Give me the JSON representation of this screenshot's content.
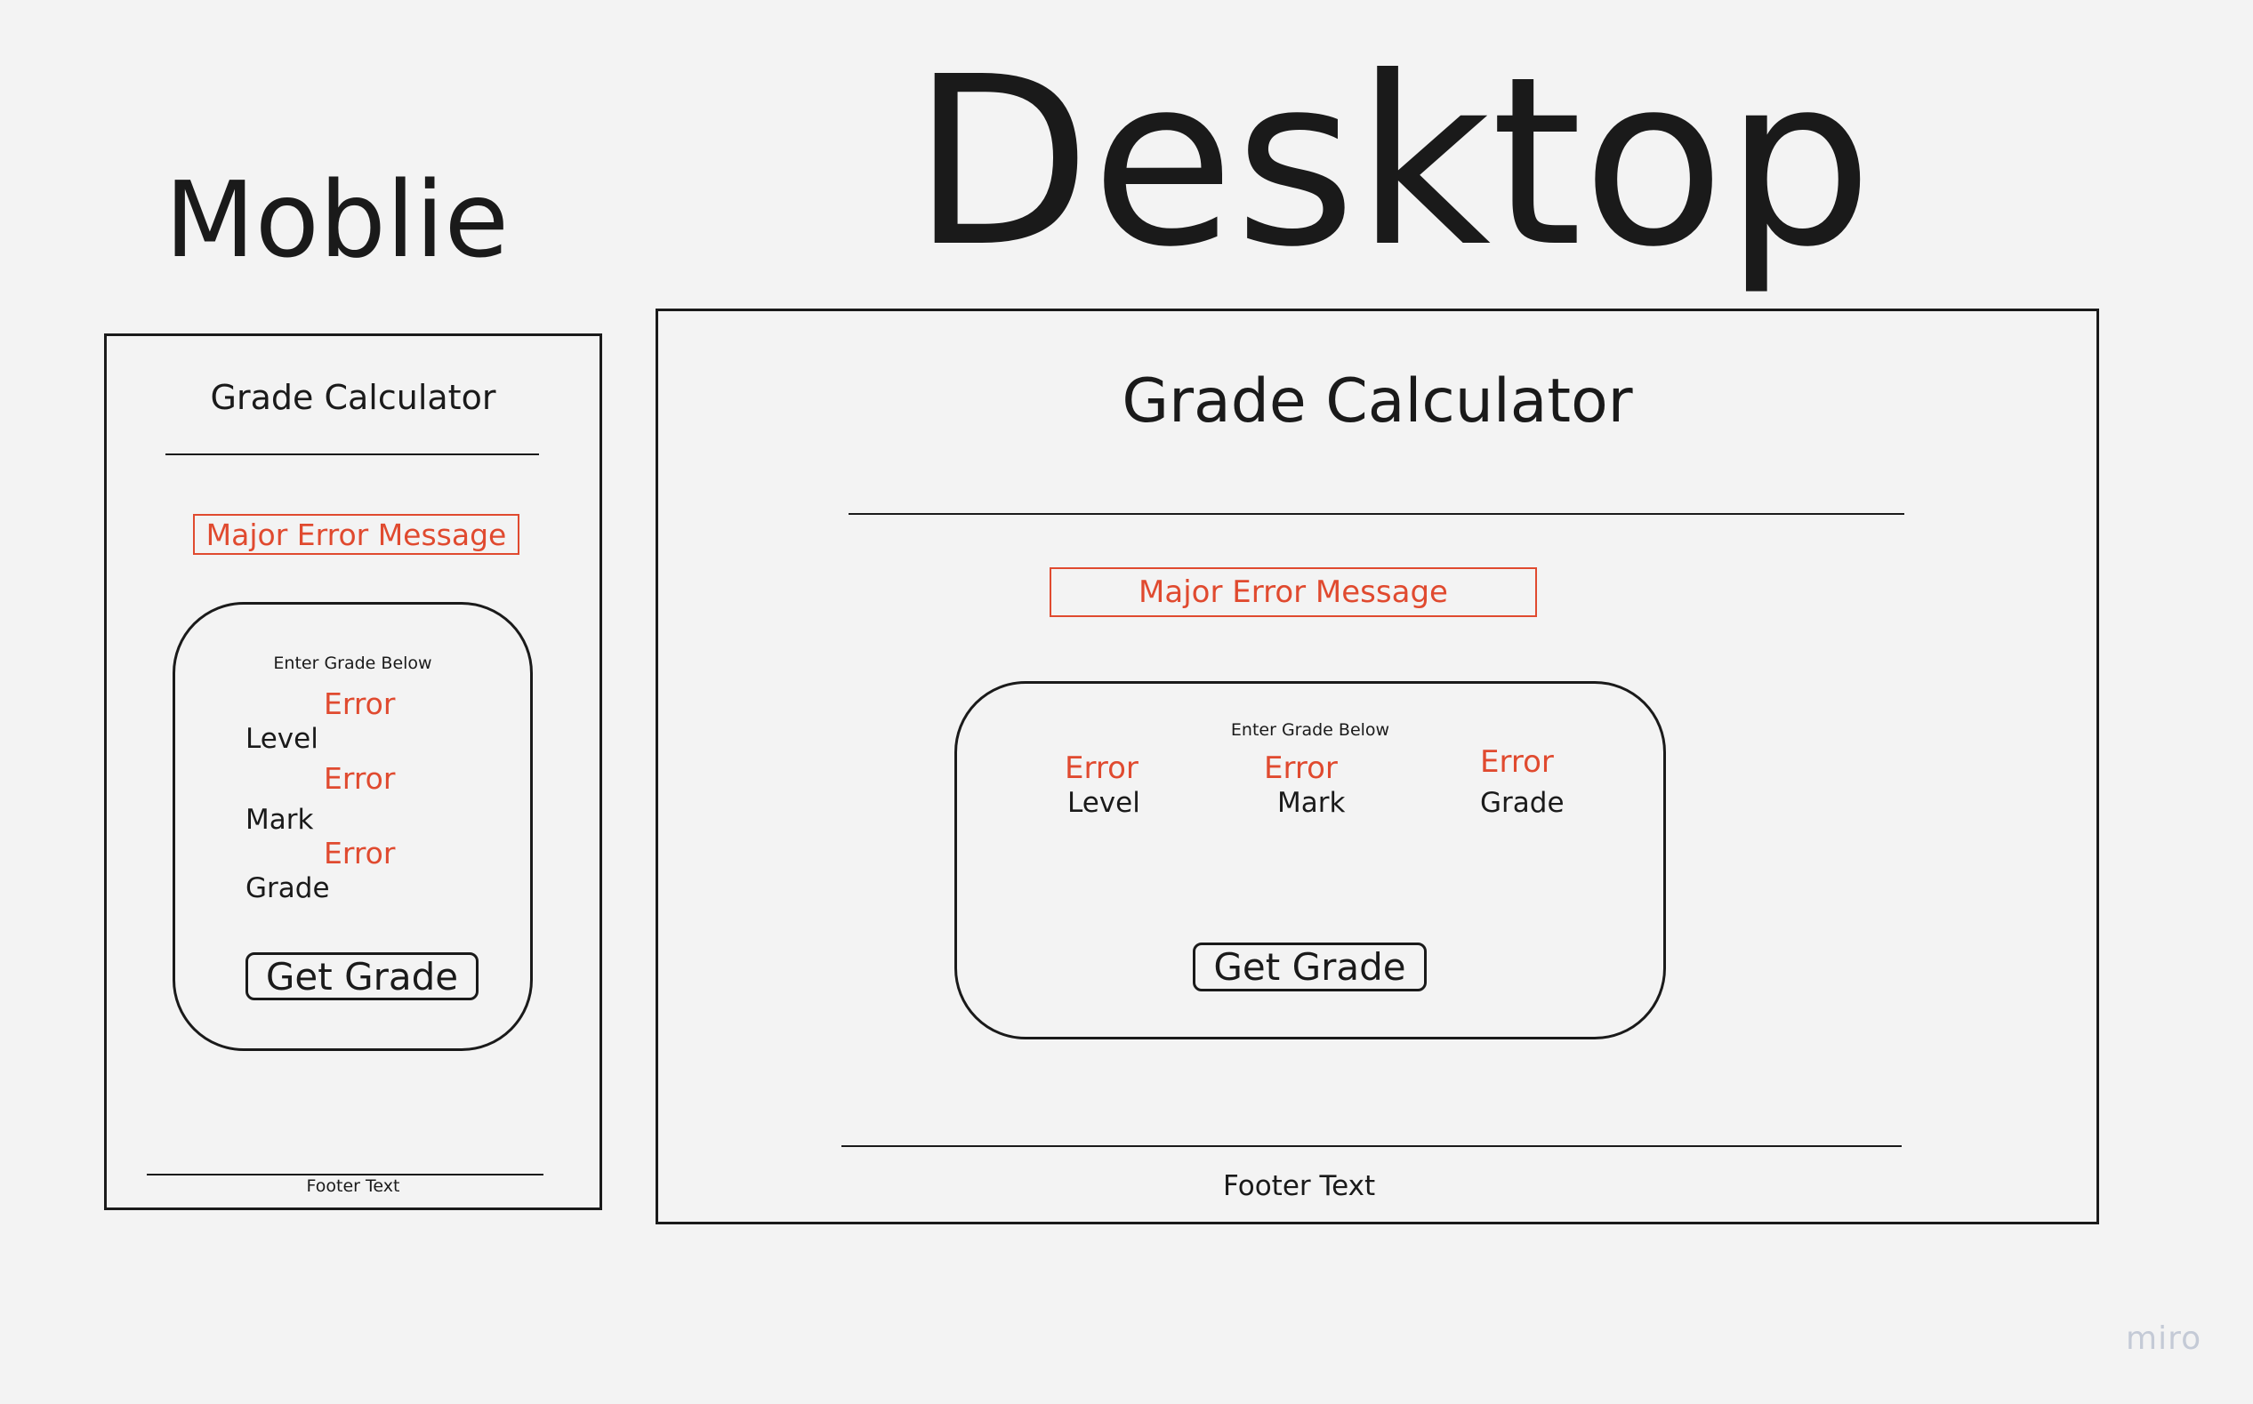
{
  "headings": {
    "mobile": "Moblie",
    "desktop": "Desktop"
  },
  "mobile": {
    "title": "Grade Calculator",
    "major_error": "Major Error Message",
    "card_caption": "Enter Grade Below",
    "fields": [
      {
        "error": "Error",
        "label": "Level"
      },
      {
        "error": "Error",
        "label": "Mark"
      },
      {
        "error": "Error",
        "label": "Grade"
      }
    ],
    "button": "Get Grade",
    "footer": "Footer Text"
  },
  "desktop": {
    "title": "Grade Calculator",
    "major_error": "Major Error Message",
    "card_caption": "Enter Grade Below",
    "fields": [
      {
        "error": "Error",
        "label": "Level"
      },
      {
        "error": "Error",
        "label": "Mark"
      },
      {
        "error": "Error",
        "label": "Grade"
      }
    ],
    "button": "Get Grade",
    "footer": "Footer Text"
  },
  "watermark": "miro",
  "colors": {
    "error": "#e04a2f",
    "ink": "#1a1a1a",
    "background": "#f3f3f3"
  }
}
